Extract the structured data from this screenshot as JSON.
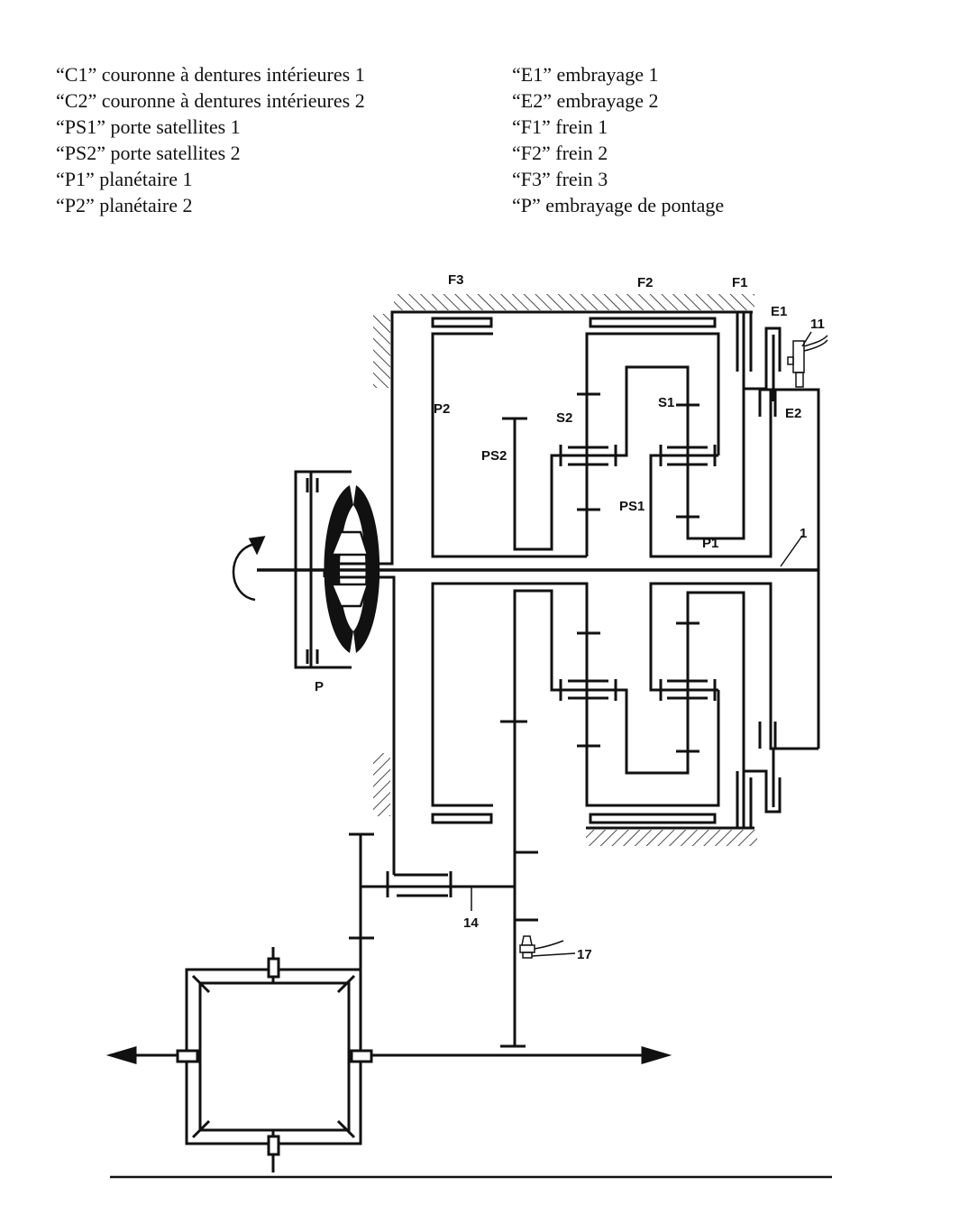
{
  "legend": {
    "left": [
      "“C1” couronne à dentures intérieures 1",
      "“C2” couronne à dentures intérieures 2",
      "“PS1” porte satellites 1",
      "“PS2” porte satellites 2",
      "“P1” planétaire 1",
      "“P2” planétaire 2"
    ],
    "right": [
      "“E1” embrayage 1",
      "“E2” embrayage 2",
      "“F1” frein 1",
      "“F2” frein 2",
      "“F3” frein 3",
      "“P” embrayage de pontage"
    ]
  },
  "diagram": {
    "labels": {
      "F3": "F3",
      "F2": "F2",
      "F1": "F1",
      "E1": "E1",
      "E2": "E2",
      "n11": "11",
      "P2": "P2",
      "S2": "S2",
      "S1": "S1",
      "PS2": "PS2",
      "PS1": "PS1",
      "P1": "P1",
      "n1": "1",
      "P": "P",
      "n14": "14",
      "n17": "17"
    }
  }
}
